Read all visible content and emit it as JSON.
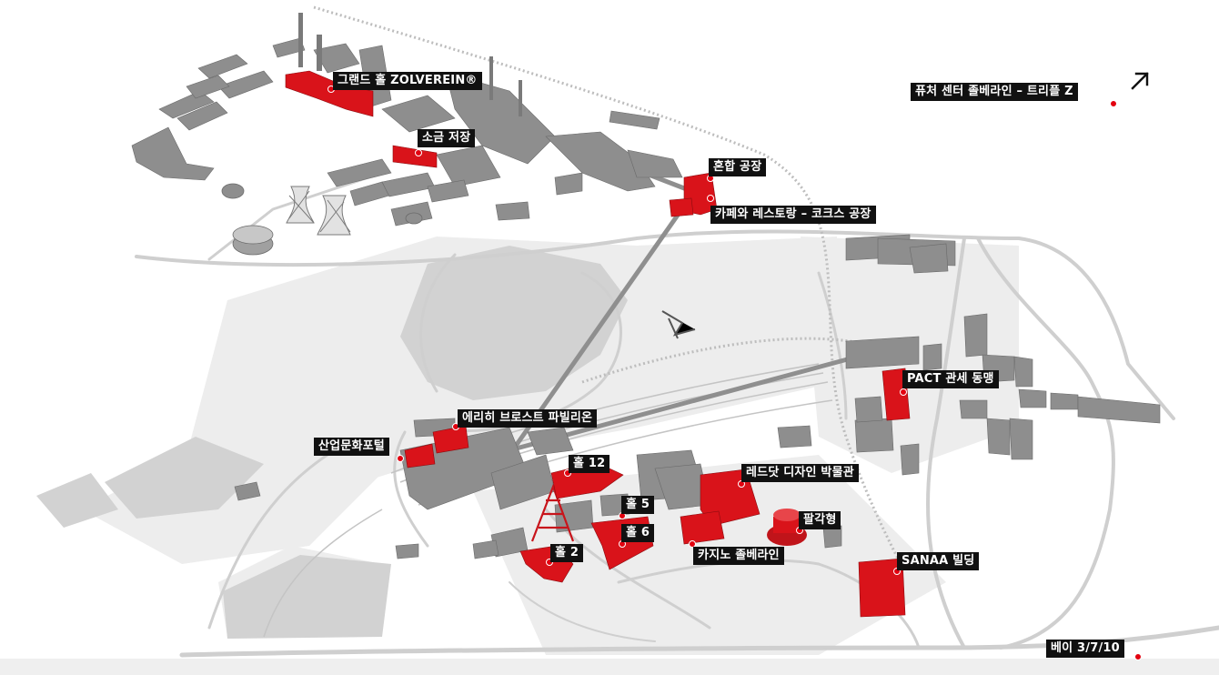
{
  "colors": {
    "accent_red": "#d9131a",
    "building_grey": "#8c8c8c",
    "road_light": "#d9d9d9",
    "label_bg": "#111111",
    "label_text": "#ffffff"
  },
  "icons": {
    "external": "arrow-up-right-icon"
  },
  "labels": {
    "grand_hall": "그랜드 홀 ZOLVEREIN®",
    "salt_storage": "소금 저장",
    "mixing_plant": "혼합 공장",
    "cafe_restaurant": "카페와 레스토랑 – 코크스 공장",
    "future_center": "퓨처 센터 졸베라인 – 트리플 Z",
    "pact": "PACT 관세 동맹",
    "erich_pavilion": "에리히 브로스트 파빌리온",
    "portal": "산업문화포털",
    "hall12": "홀 12",
    "reddot": "레드닷 디자인 박물관",
    "hall5": "홀 5",
    "hall6": "홀 6",
    "octagon": "팔각형",
    "hall2": "홀 2",
    "casino": "카지노 졸베라인",
    "sanaa": "SANAA 빌딩",
    "bay": "베이 3/7/10"
  }
}
